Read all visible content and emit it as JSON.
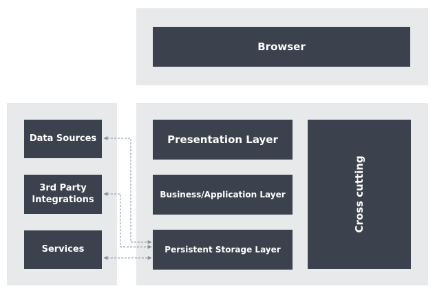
{
  "diagram": {
    "top": {
      "browser_label": "Browser"
    },
    "external": {
      "data_sources_label": "Data Sources",
      "third_party_label": "3rd Party\nIntegrations",
      "services_label": "Services"
    },
    "app": {
      "presentation_label": "Presentation Layer",
      "business_label": "Business/Application Layer",
      "persistent_label": "Persistent Storage Layer",
      "cross_cutting_label": "Cross cutting"
    },
    "colors": {
      "panel": "#e8e9eb",
      "box": "#3b414d",
      "text": "#ffffff",
      "connector": "#8a8f98"
    }
  }
}
